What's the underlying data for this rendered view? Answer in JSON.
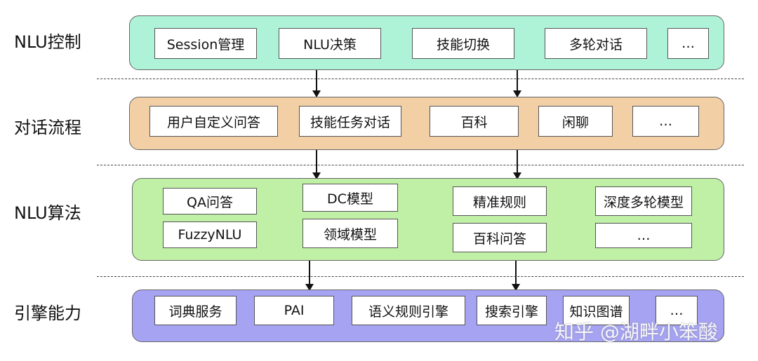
{
  "colors": {
    "nlu_control": "#aef3d8",
    "dialog_flow": "#f3cfa6",
    "nlu_algo": "#bff0a6",
    "engine": "#a6a3f3"
  },
  "layers": {
    "nlu_control": {
      "label": "NLU控制",
      "boxes": [
        "Session管理",
        "NLU决策",
        "技能切换",
        "多轮对话",
        "…"
      ]
    },
    "dialog_flow": {
      "label": "对话流程",
      "boxes": [
        "用户自定义问答",
        "技能任务对话",
        "百科",
        "闲聊",
        "…"
      ]
    },
    "nlu_algo": {
      "label": "NLU算法",
      "boxes": [
        "QA问答",
        "DC模型",
        "精准规则",
        "深度多轮模型",
        "FuzzyNLU",
        "领域模型",
        "百科问答",
        "…"
      ]
    },
    "engine": {
      "label": "引擎能力",
      "boxes": [
        "词典服务",
        "PAI",
        "语义规则引擎",
        "搜索引擎",
        "知识图谱",
        "…"
      ]
    }
  },
  "watermark": "知乎 @湖畔小笨酸"
}
